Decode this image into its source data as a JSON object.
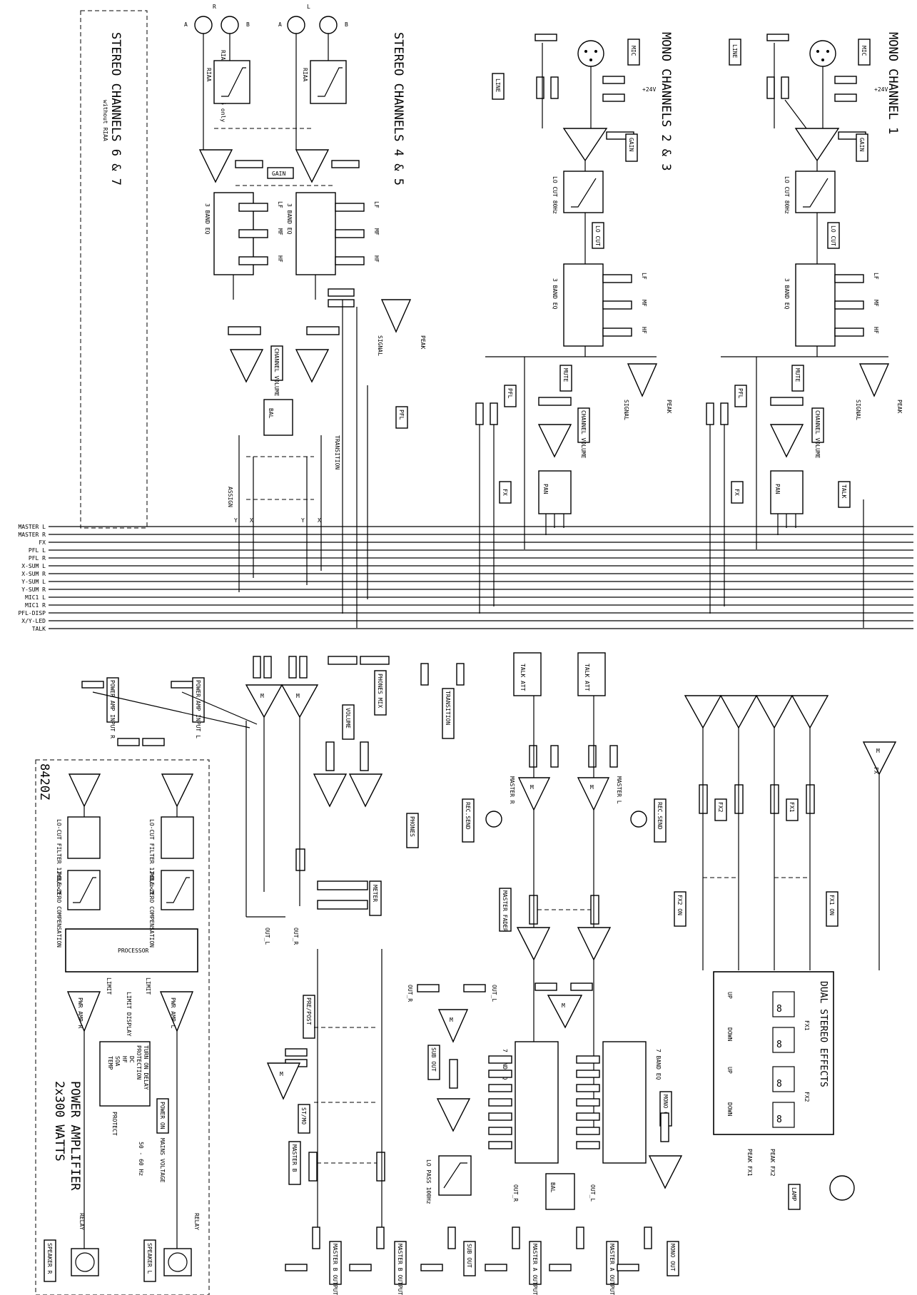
{
  "titles": {
    "mono_channel_1": "MONO CHANNEL 1",
    "mono_channels_2_3": "MONO CHANNELS 2 & 3",
    "stereo_channels_4_5": "STEREO CHANNELS 4 & 5",
    "stereo_channels_6_7": "STEREO CHANNELS 6 & 7",
    "stereo_6_7_note": "without RIAA",
    "riaa_note": "RIAA in CH.4 & 5 only",
    "power_amplifier": "POWER AMPLIFIER",
    "power_watts": "2x300 WATTS",
    "model": "8420Z",
    "dual_stereo_effects": "DUAL STEREO EFFECTS"
  },
  "bus_labels": [
    "MASTER L",
    "MASTER R",
    "FX",
    "PFL L",
    "PFL R",
    "X-SUM L",
    "X-SUM R",
    "Y-SUM L",
    "Y-SUM R",
    "MIC1 L",
    "MIC1 R",
    "PFL-DISP",
    "X/Y-LED",
    "TALK"
  ],
  "channel_labels": {
    "mic": "MIC",
    "line": "LINE",
    "gain": "GAIN",
    "lo_cut": "LO CUT",
    "lo_cut_80hz": "LO CUT 80Hz",
    "three_band_eq": "3 BAND EQ",
    "lf": "LF",
    "mf": "MF",
    "hf": "HF",
    "mute": "MUTE",
    "pfl": "PFL",
    "channel_volume": "CHANNEL VOLUME",
    "signal": "SIGNAL",
    "peak": "PEAK",
    "pan": "PAN",
    "fx": "FX",
    "talk": "TALK",
    "plus24v": "+24V",
    "riaa": "RIAA",
    "bal": "BAL",
    "assign": "ASSIGN",
    "transition": "TRANSITION",
    "jack_a": "A",
    "jack_b": "B",
    "jack_r": "R",
    "jack_l": "L",
    "x": "X",
    "y": "Y"
  },
  "master_section": {
    "talk_att": "TALK ATT",
    "master_r": "MASTER R",
    "master_l": "MASTER L",
    "rec_send": "REC.SEND",
    "phones_mix": "PHONES MIX",
    "volume": "VOLUME",
    "phones": "PHONES",
    "meter": "METER",
    "master_fader": "MASTER FADER",
    "seven_band_eq": "7 BAND EQ",
    "sub_out": "SUB OUT",
    "lo_pass": "LO PASS 100Hz",
    "mono_out": "MONO OUT",
    "pre_post": "PRE/POST",
    "st_mo": "ST/MO",
    "master_b": "MASTER B",
    "m": "M",
    "out_l": "OUT_L",
    "out_r": "OUT_R",
    "fx1": "FX1",
    "fx2": "FX2",
    "fx1_on": "FX1 ON",
    "fx2_on": "FX2 ON",
    "lamp": "LAMP",
    "up": "UP",
    "down": "DOWN",
    "peak_fx1": "PEAK FX1",
    "peak_fx2": "PEAK FX2"
  },
  "outputs": [
    "MASTER B OUTPUT L",
    "MASTER B OUTPUT L",
    "SUB OUT",
    "MASTER A OUTPUT R",
    "MASTER A OUTPUT L",
    "MONO OUT"
  ],
  "power_section": {
    "input_r": "POWER AMP INPUT R",
    "input_l": "POWER AMP INPUT L",
    "lo_cut_filter": "LO-CUT FILTER 12dB/oct.",
    "pole_zero": "POLE-ZERO COMPENSATION",
    "processor": "PROCESSOR",
    "limit": "LIMIT",
    "limit_display": "LIMIT DISPLAY",
    "pwr_amp_r": "PWR AMP R",
    "pwr_amp_l": "PWR AMP L",
    "protection": [
      "TURN ON DELAY",
      "PROTECTION",
      "DC",
      "HF",
      "SOA",
      "TEMP"
    ],
    "protect": "PROTECT",
    "power_on": "POWER ON",
    "mains": "MAINS VOLTAGE",
    "hz": "50 - 60 Hz",
    "relay": "RELAY",
    "speaker_r": "SPEAKER R",
    "speaker_l": "SPEAKER L"
  }
}
